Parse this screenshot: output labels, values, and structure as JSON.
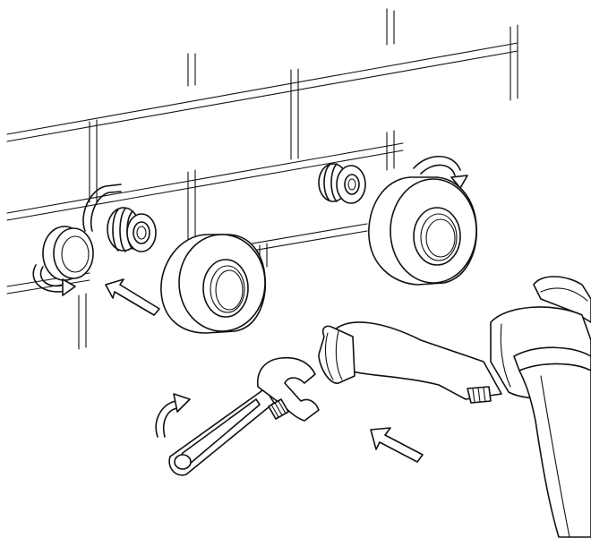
{
  "figure": {
    "kind": "installation-instruction-illustration",
    "text_labels": [],
    "parts": [
      "tiled-wall",
      "left-eccentric-connector",
      "left-escutcheon",
      "right-eccentric-connector",
      "right-escutcheon",
      "mixer-body",
      "adjustable-wrench"
    ],
    "icons": [
      "rotate-arrow-icon",
      "push-arrow-icon",
      "rotate-arrow-icon",
      "rotate-arrow-icon",
      "push-arrow-icon"
    ],
    "colors": {
      "line": "#111111",
      "background": "#ffffff"
    }
  }
}
